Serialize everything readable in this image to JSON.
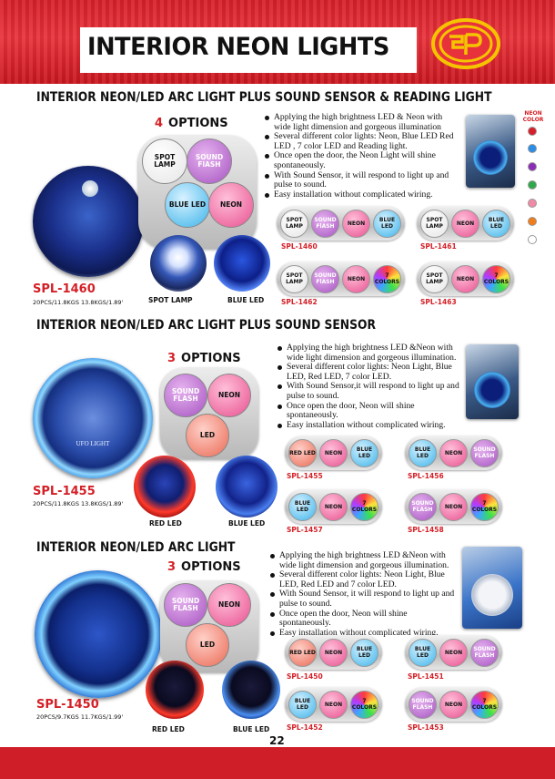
{
  "header": {
    "title": "INTERIOR NEON LIGHTS"
  },
  "neon_color": {
    "label": "NEON COLOR",
    "swatches": [
      "#d61f2a",
      "#2a8de6",
      "#8a2fb5",
      "#2fa84a",
      "#f08aa6",
      "#f07c1a",
      "#ffffff"
    ]
  },
  "section1": {
    "title": "INTERIOR NEON/LED ARC LIGHT PLUS SOUND SENSOR & READING LIGHT",
    "options_count": "4",
    "options_label": "OPTIONS",
    "options": [
      "SPOT LAMP",
      "SOUND FlASH",
      "BLUE LED",
      "NEON"
    ],
    "bullets": [
      "Applying the high brightness LED & Neon with wide light dimension and gorgeous illumination",
      "Several different color lights: Neon, Blue LED Red LED , 7 color LED and Reading light.",
      "Once open the door, the Neon Light will shine spontaneously.",
      "With Sound Sensor, it will respond to light up and pulse to sound.",
      "Easy installation without complicated wiring."
    ],
    "model": "SPL-1460",
    "packing": "20PCS/11.8KGS 13.8KGS/1.89'",
    "captions": [
      "SPOT LAMP",
      "BLUE LED"
    ],
    "variants": [
      {
        "model": "SPL-1460",
        "dots": [
          "SPOT LAMP",
          "SOUND FlASH",
          "NEON",
          "BLUE LED"
        ]
      },
      {
        "model": "SPL-1461",
        "dots": [
          "SPOT LAMP",
          "NEON",
          "BLUE LED"
        ]
      },
      {
        "model": "SPL-1462",
        "dots": [
          "SPOT LAMP",
          "SOUND FlASH",
          "NEON",
          "7 COLORS"
        ]
      },
      {
        "model": "SPL-1463",
        "dots": [
          "SPOT LAMP",
          "NEON",
          "7 COLORS"
        ]
      }
    ]
  },
  "section2": {
    "title": "INTERIOR NEON/LED ARC LIGHT PLUS SOUND SENSOR",
    "options_count": "3",
    "options_label": "OPTIONS",
    "options": [
      "SOUND FLASH",
      "NEON",
      "LED"
    ],
    "bullets": [
      "Applying the high brightness LED &Neon with wide light dimension and gorgeous illumination.",
      "Several different color lights: Neon Light, Blue LED, Red LED, 7 color LED.",
      "With Sound Sensor,it will respond to light up and pulse to sound.",
      "Once open the door, Neon will shine spontaneously.",
      "Easy installation without complicated wiring."
    ],
    "model": "SPL-1455",
    "packing": "20PCS/11.8KGS 13.8KGS/1.89'",
    "product_label": "UFO LIGHT",
    "captions": [
      "RED LED",
      "BLUE LED"
    ],
    "variants": [
      {
        "model": "SPL-1455",
        "dots": [
          "RED LED",
          "NEON",
          "BLUE LED"
        ]
      },
      {
        "model": "SPL-1456",
        "dots": [
          "BLUE LED",
          "NEON",
          "SOUND FLASH"
        ]
      },
      {
        "model": "SPL-1457",
        "dots": [
          "BLUE LED",
          "NEON",
          "7 COLORS"
        ]
      },
      {
        "model": "SPL-1458",
        "dots": [
          "SOUND FLASH",
          "NEON",
          "7 COLORS"
        ]
      }
    ]
  },
  "section3": {
    "title": "INTERIOR NEON/LED ARC LIGHT",
    "options_count": "3",
    "options_label": "OPTIONS",
    "options": [
      "SOUND FLASH",
      "NEON",
      "LED"
    ],
    "bullets": [
      "Applying the high brightness LED &Neon with wide light dimension and gorgeous illumination.",
      "Several different color lights: Neon Light, Blue LED, Red LED and 7 color LED.",
      "With Sound Sensor, it will respond to light up and pulse to sound.",
      "Once open the door, Neon will shine spontaneously.",
      "Easy installation without complicated wiring."
    ],
    "model": "SPL-1450",
    "packing": "20PCS/9.7KGS 11.7KGS/1.99'",
    "captions": [
      "RED LED",
      "BLUE LED"
    ],
    "variants": [
      {
        "model": "SPL-1450",
        "dots": [
          "RED LED",
          "NEON",
          "BLUE LED"
        ]
      },
      {
        "model": "SPL-1451",
        "dots": [
          "BLUE LED",
          "NEON",
          "SOUND FLASH"
        ]
      },
      {
        "model": "SPL-1452",
        "dots": [
          "BLUE LED",
          "NEON",
          "7 COLORS"
        ]
      },
      {
        "model": "SPL-1453",
        "dots": [
          "SOUND FLASH",
          "NEON",
          "7 COLORS"
        ]
      }
    ]
  },
  "footer": {
    "page_number": "22"
  }
}
